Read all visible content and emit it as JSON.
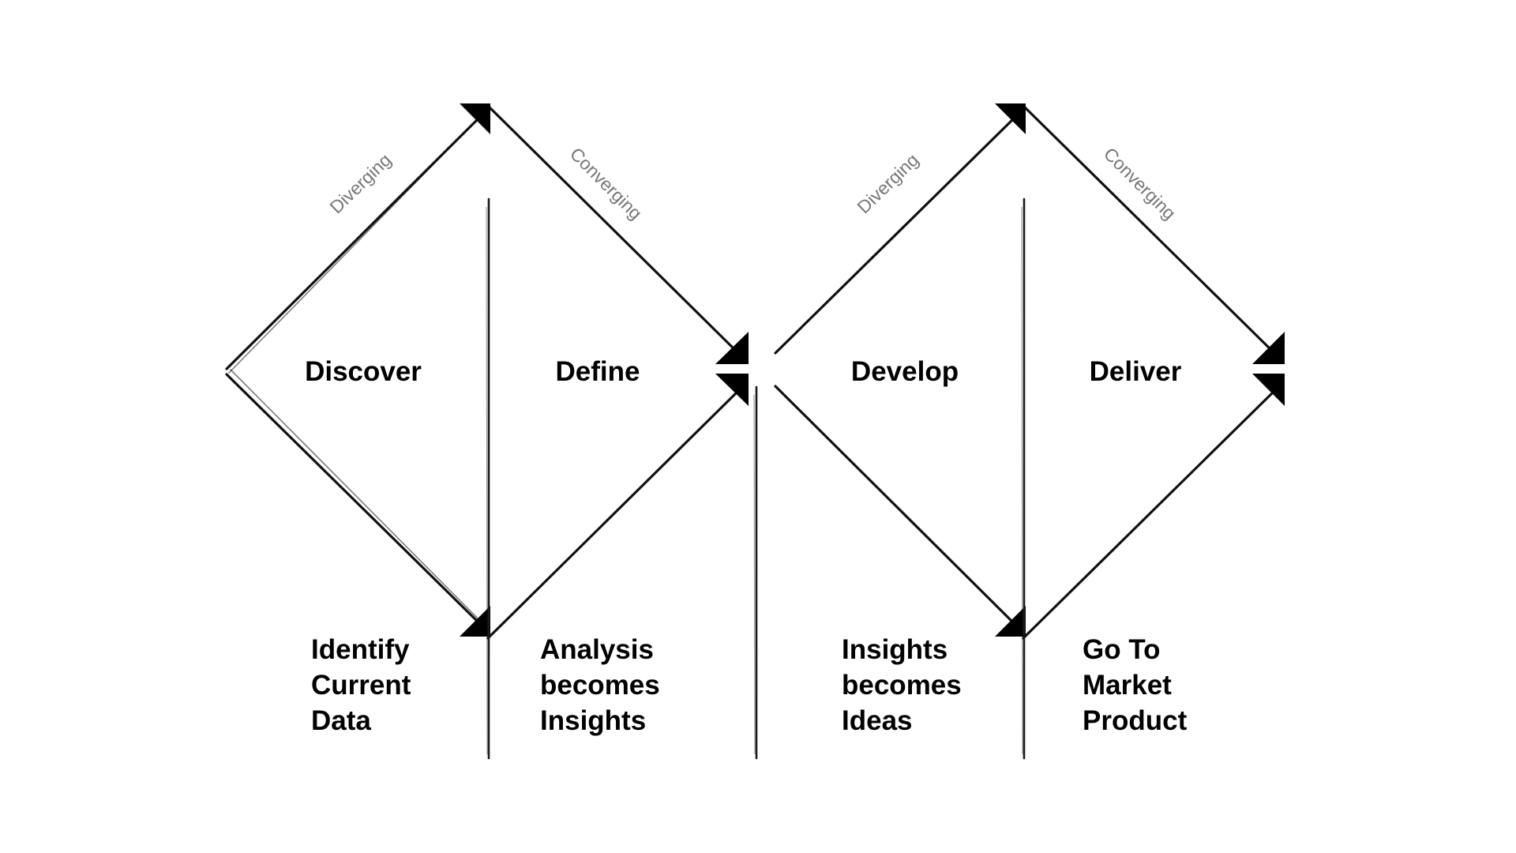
{
  "diamonds": [
    {
      "diverging_label": "Diverging",
      "converging_label": "Converging",
      "left_phase": {
        "name": "Discover",
        "description": [
          "Identify",
          "Current",
          "Data"
        ]
      },
      "right_phase": {
        "name": "Define",
        "description": [
          "Analysis",
          "becomes",
          "Insights"
        ]
      }
    },
    {
      "diverging_label": "Diverging",
      "converging_label": "Converging",
      "left_phase": {
        "name": "Develop",
        "description": [
          "Insights",
          "becomes",
          "Ideas"
        ]
      },
      "right_phase": {
        "name": "Deliver",
        "description": [
          "Go To",
          "Market",
          "Product"
        ]
      }
    }
  ],
  "colors": {
    "line": "#111111",
    "arrowhead": "#000000",
    "edge_label": "#777777",
    "background": "#ffffff"
  }
}
